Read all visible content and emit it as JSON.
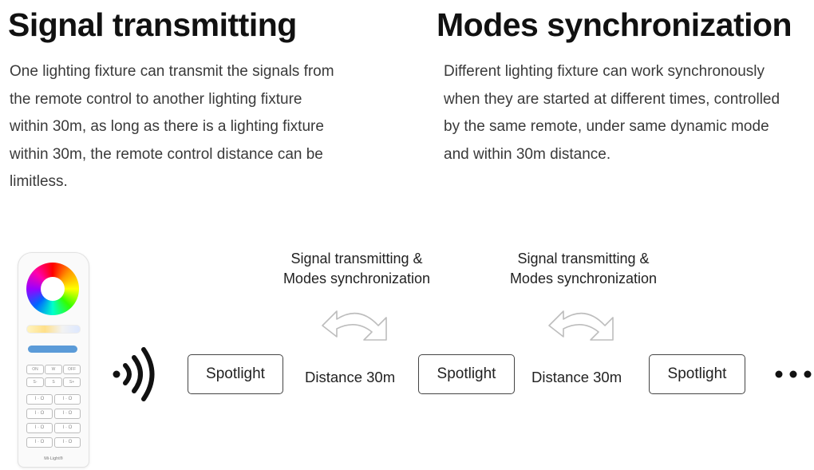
{
  "left_section": {
    "heading": "Signal transmitting",
    "description": "One lighting fixture can transmit the signals from\nthe remote control to another lighting fixture\nwithin 30m, as long as there is a lighting fixture\nwithin 30m, the remote control distance can be\nlimitless."
  },
  "right_section": {
    "heading": "Modes synchronization",
    "description": "Different lighting fixture can work synchronously\nwhen they are started at different times, controlled\nby the same remote, under same dynamic mode\nand within 30m distance."
  },
  "remote": {
    "brand": "Mi·Light®",
    "buttons": [
      "ON",
      "W",
      "OFF",
      "S-",
      "S",
      "S+"
    ],
    "zone_buttons": [
      "I · O",
      "I · O",
      "I · O",
      "I · O",
      "I · O",
      "I · O",
      "I · O",
      "I · O"
    ]
  },
  "diagram": {
    "nodes": [
      "Spotlight",
      "Spotlight",
      "Spotlight"
    ],
    "distances": [
      "Distance 30m",
      "Distance 30m"
    ],
    "captions": [
      "Signal transmitting &\nModes synchronization",
      "Signal transmitting &\nModes synchronization"
    ]
  },
  "colors": {
    "heading": "#111111",
    "body_text": "#3a3a3a",
    "node_border": "#444444",
    "arrow_outline": "#bdbdbd",
    "brightness_bar": "#5b9bd8"
  }
}
